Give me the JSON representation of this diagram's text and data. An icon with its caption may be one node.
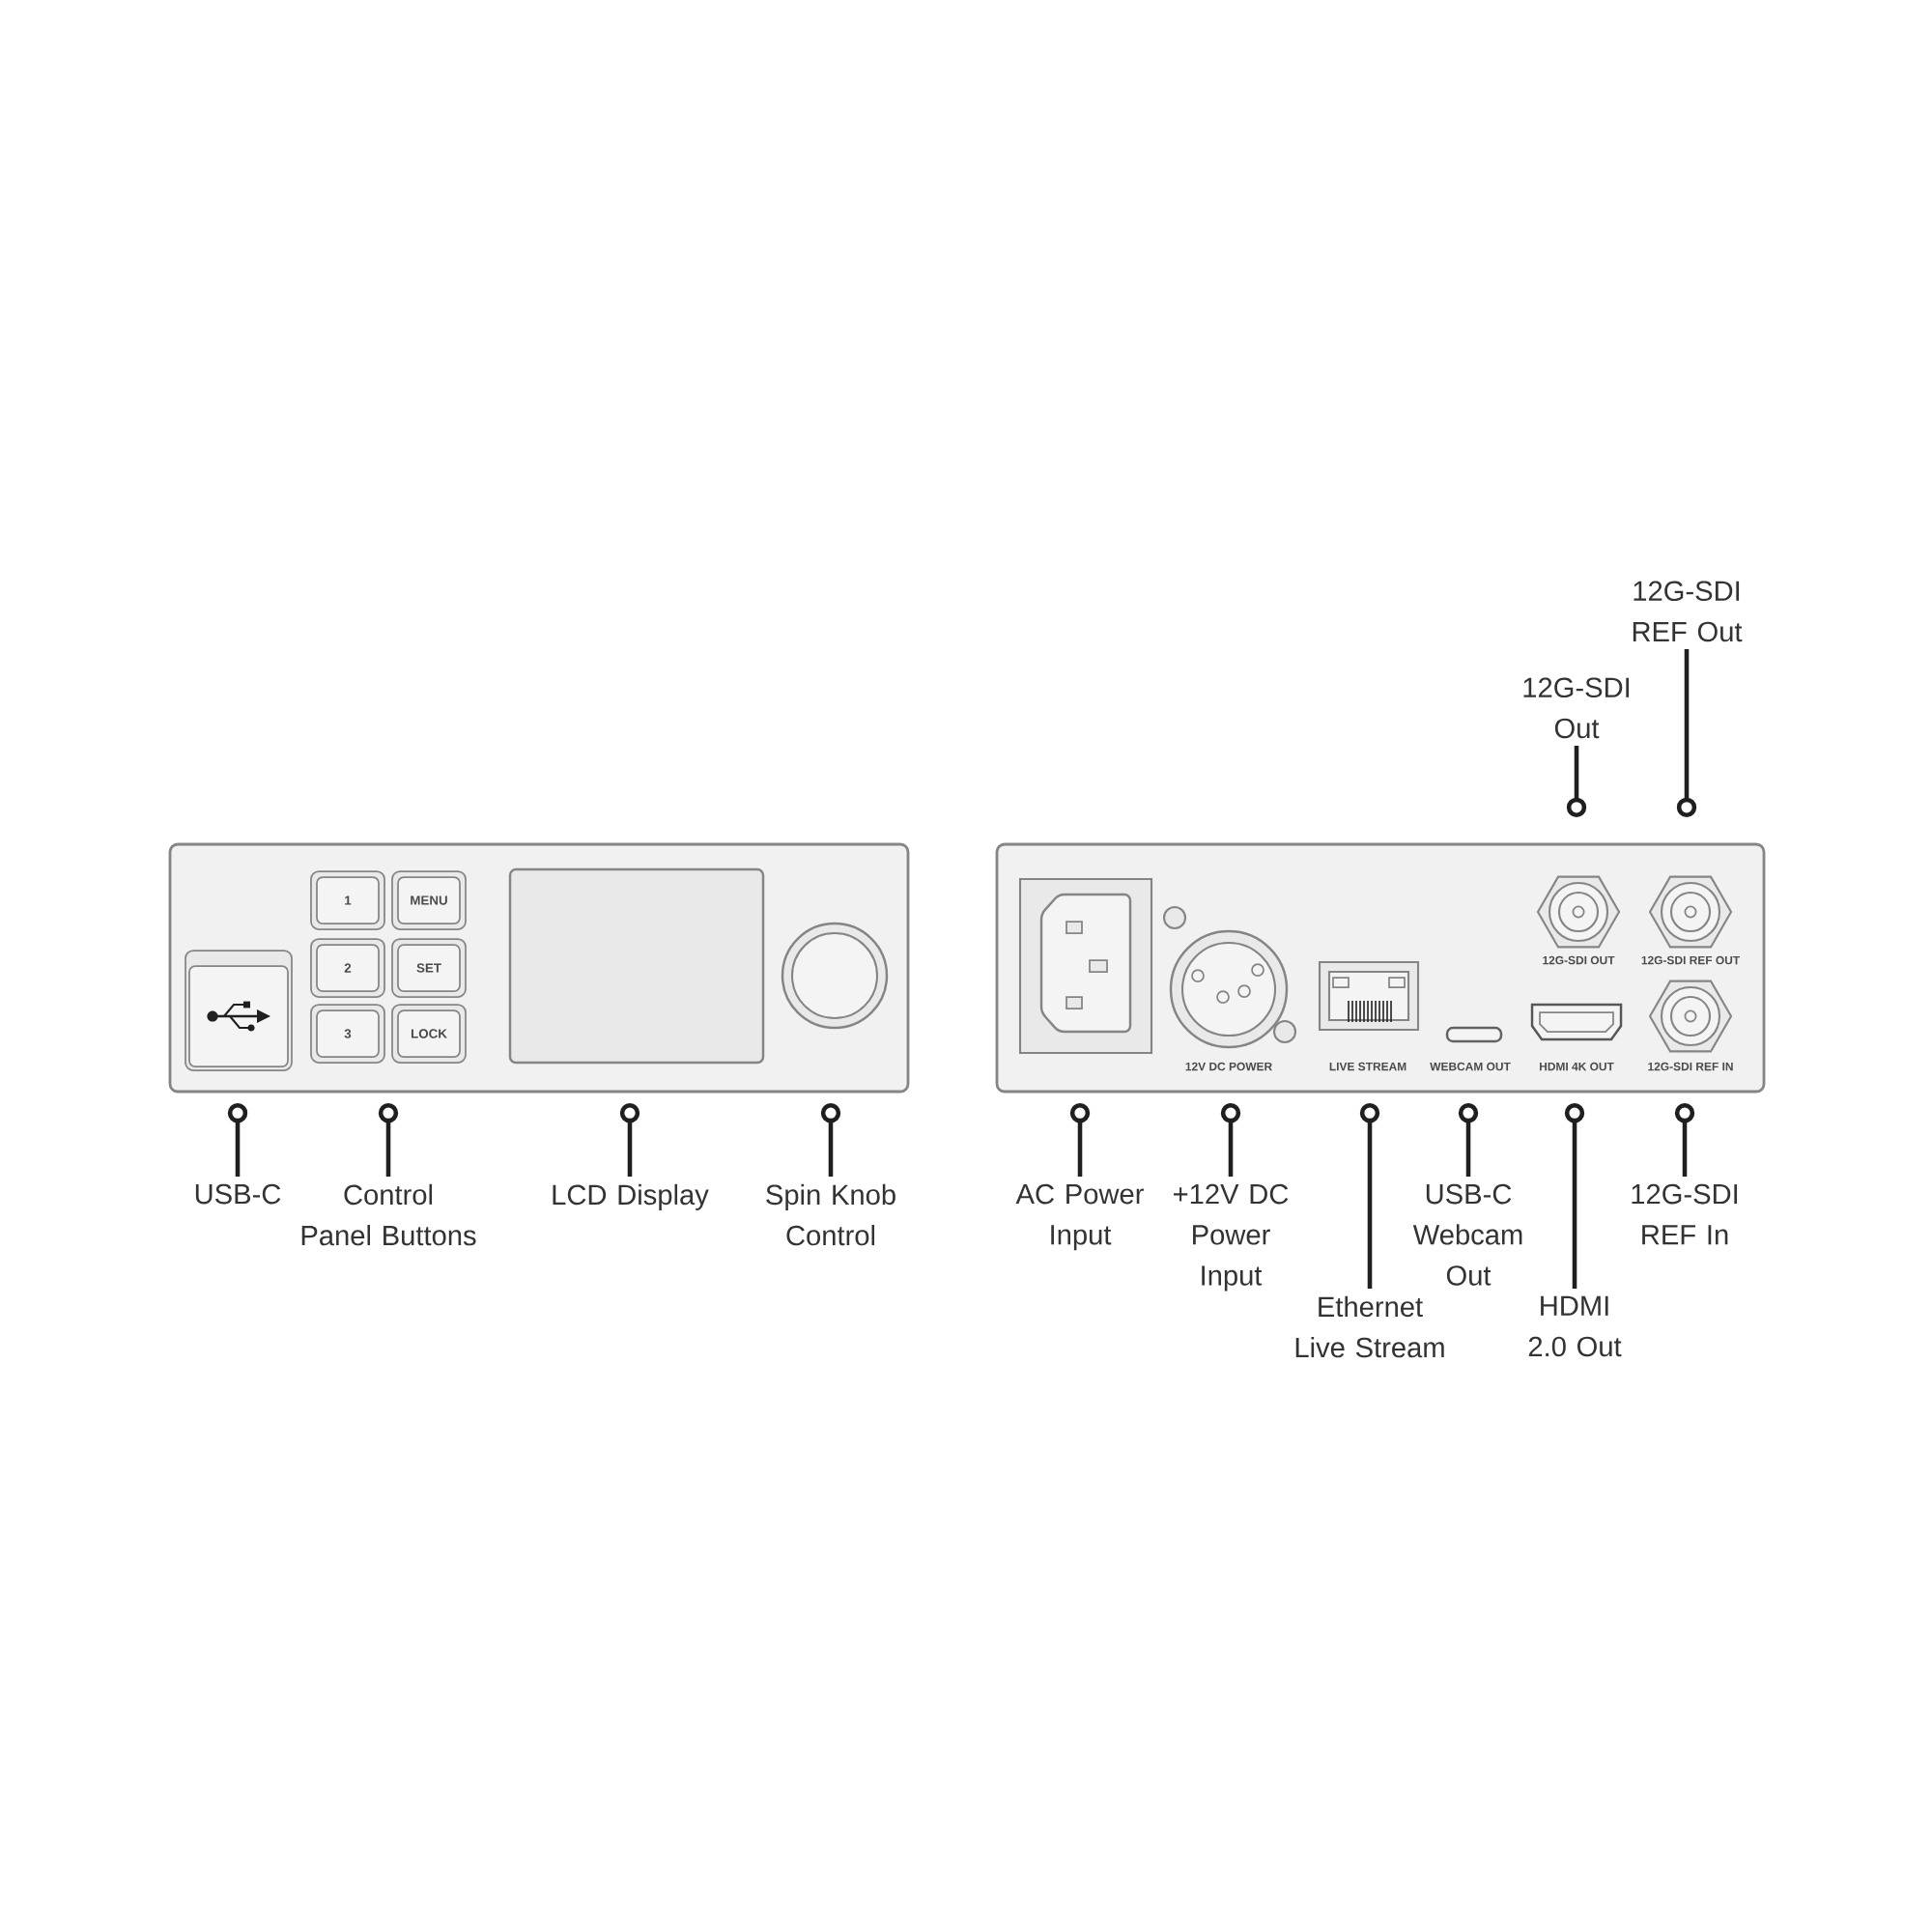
{
  "diagram": {
    "nodes": [
      {
        "text": [
          "12G-SDI REF Out"
        ]
      },
      {
        "text": [
          "12G-SDI Out"
        ]
      },
      {
        "text": [],
        "shape": "box"
      },
      {
        "text": [
          "1"
        ],
        "in": 2
      },
      {
        "text": [
          "MENU"
        ],
        "in": 2
      },
      {
        "text": [
          "2"
        ],
        "in": 2
      },
      {
        "text": [
          "SET"
        ],
        "in": 2
      },
      {
        "text": [
          "3"
        ],
        "in": 2
      },
      {
        "text": [
          "LOCK"
        ],
        "in": 2
      },
      {
        "text": [],
        "shape": "box"
      },
      {
        "text": [
          "USB-C"
        ]
      },
      {
        "text": [
          "Control Panel Buttons"
        ]
      },
      {
        "text": [
          "LCD Display"
        ]
      },
      {
        "text": [
          "Spin Knob Control"
        ]
      },
      {
        "text": [
          "AC Power Input"
        ]
      },
      {
        "text": [
          "+12V DC Power Input"
        ]
      },
      {
        "text": [
          "Ethernet Live Stream"
        ]
      },
      {
        "text": [
          "USB-C Webcam Out"
        ]
      },
      {
        "text": [
          "HDMI 2.0 Out"
        ]
      },
      {
        "text": [
          "12G-SDI REF In"
        ]
      }
    ],
    "edges": [
      {
        "from": 0,
        "to": null,
        "arrow": "other"
      },
      {
        "from": 1,
        "to": null,
        "arrow": "other"
      },
      {
        "from": 10,
        "to": 2,
        "arrow": "other"
      },
      {
        "from": 11,
        "to": 2,
        "arrow": "other"
      },
      {
        "from": 12,
        "to": 2,
        "arrow": "other"
      },
      {
        "from": 13,
        "to": 2,
        "arrow": "other"
      },
      {
        "from": 14,
        "to": 9,
        "arrow": "other"
      },
      {
        "from": 15,
        "to": 9,
        "arrow": "other"
      },
      {
        "from": 16,
        "to": 9,
        "arrow": "other"
      },
      {
        "from": 17,
        "to": 9,
        "arrow": "other"
      },
      {
        "from": 18,
        "to": 9,
        "arrow": "other"
      },
      {
        "from": 19,
        "to": 9,
        "arrow": "other"
      }
    ],
    "labels": [
      "12G-SDI OUT",
      "12G-SDI REF OUT",
      "12V DC POWER",
      "LIVE STREAM",
      "WEBCAM OUT",
      "HDMI 4K OUT",
      "12G-SDI REF IN"
    ]
  }
}
